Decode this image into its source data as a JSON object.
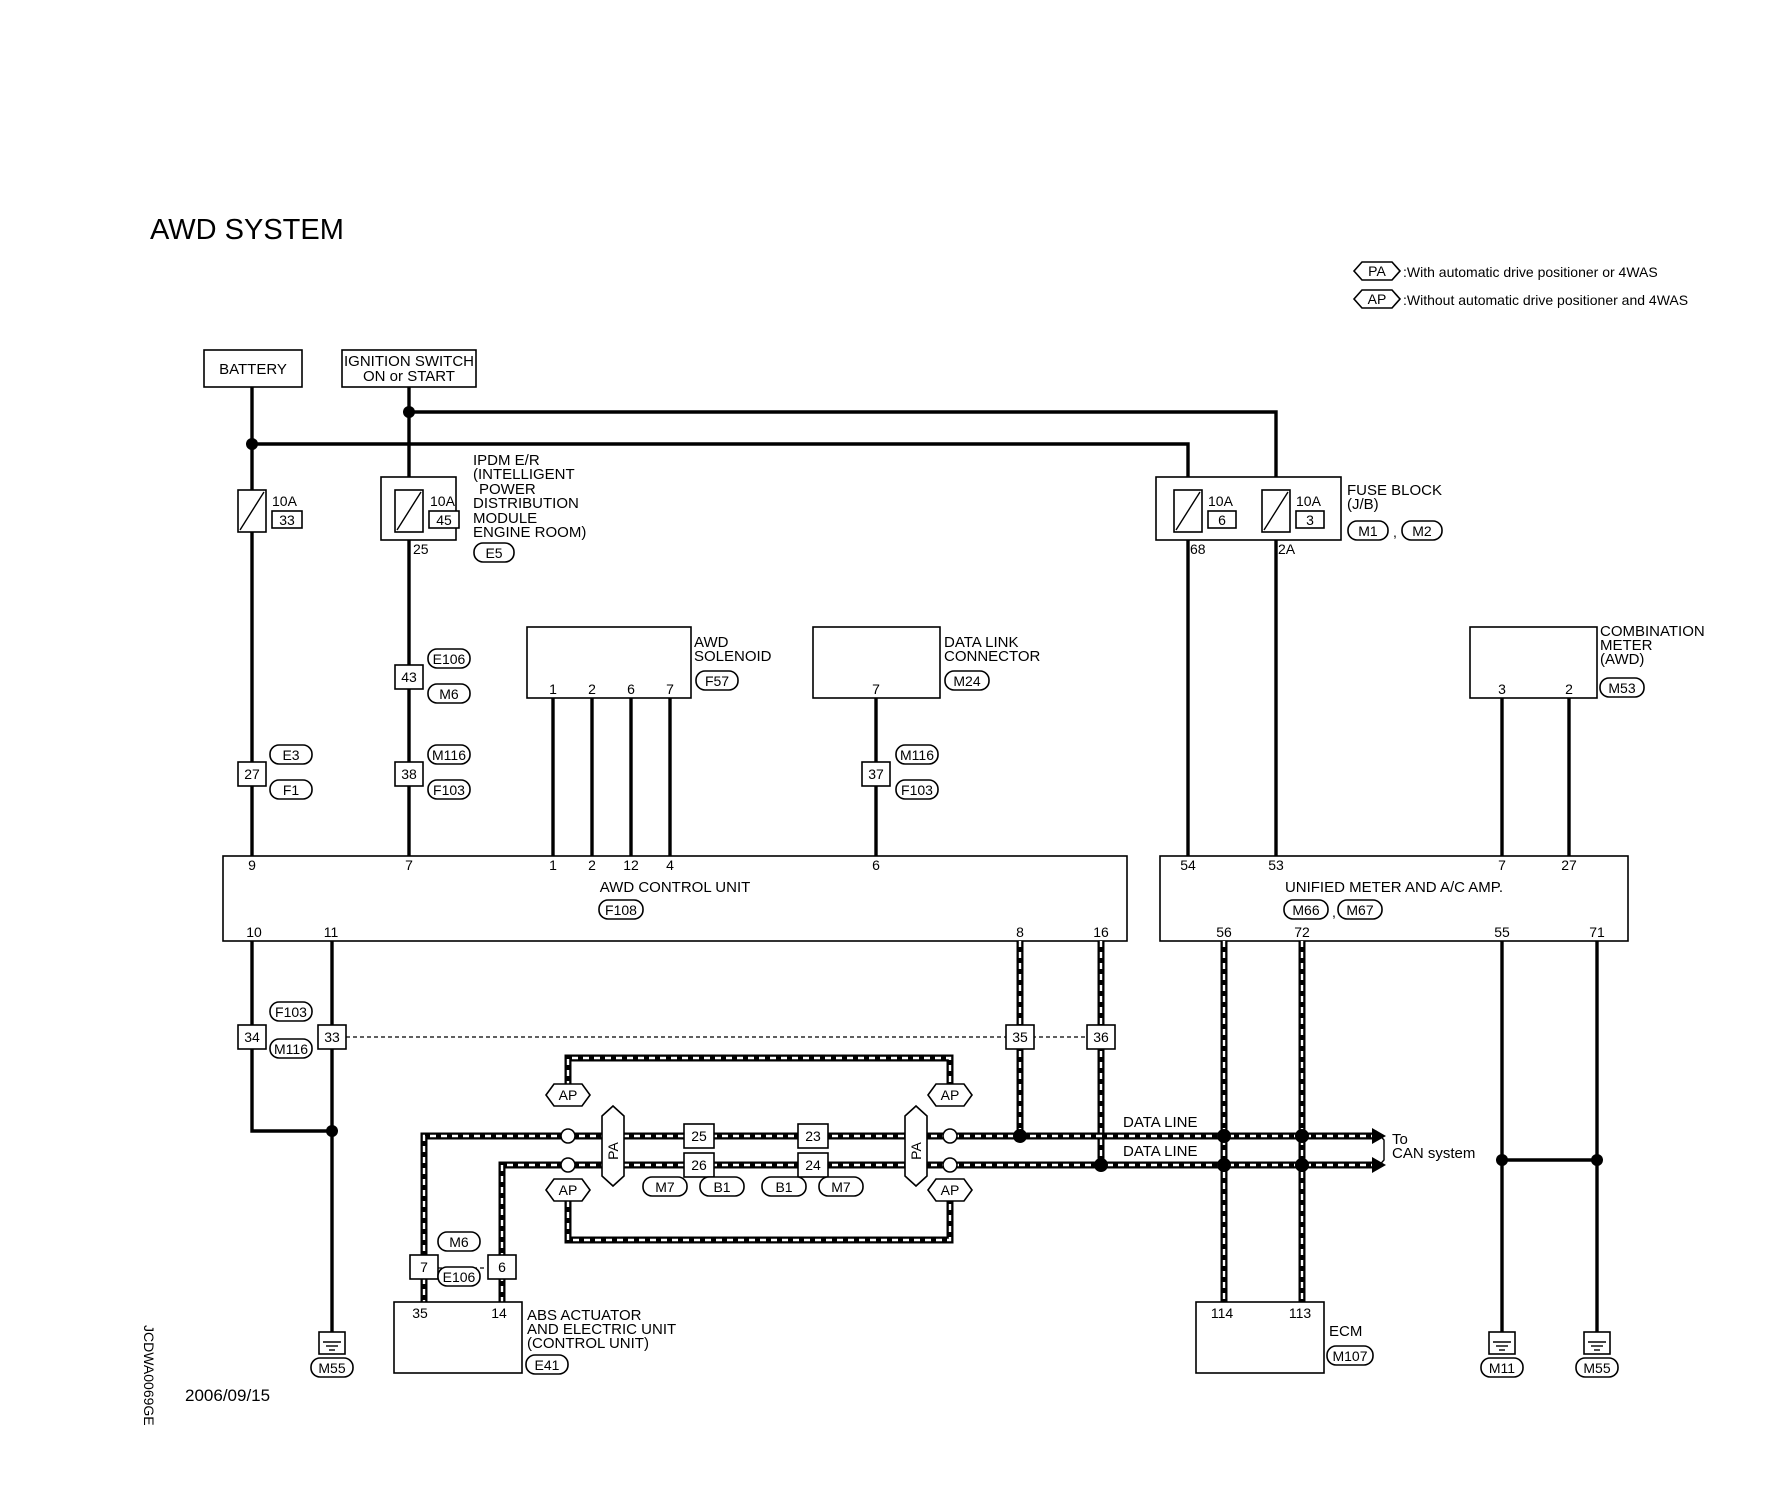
{
  "title": "AWD SYSTEM",
  "legend": [
    {
      "tag": "PA",
      "text": ":With automatic drive positioner or 4WAS"
    },
    {
      "tag": "AP",
      "text": ":Without automatic drive positioner and 4WAS"
    }
  ],
  "sources": {
    "battery": "BATTERY",
    "ignition_l1": "IGNITION SWITCH",
    "ignition_l2": "ON or START"
  },
  "fuses": {
    "battery_fuse": {
      "rating": "10A",
      "num": "33"
    },
    "ipdm_fuse": {
      "rating": "10A",
      "num": "45"
    },
    "fb_fuse_a": {
      "rating": "10A",
      "num": "6"
    },
    "fb_fuse_b": {
      "rating": "10A",
      "num": "3"
    }
  },
  "ipdm": {
    "lines": [
      "IPDM E/R",
      "(INTELLIGENT",
      "POWER",
      "DISTRIBUTION",
      "MODULE",
      "ENGINE ROOM)"
    ],
    "connector": "E5",
    "pin": "25"
  },
  "fuse_block": {
    "lines": [
      "FUSE BLOCK",
      "(J/B)"
    ],
    "connectors": [
      "M1",
      "M2"
    ],
    "pins": [
      "68",
      "2A"
    ]
  },
  "awd_solenoid": {
    "lines": [
      "AWD",
      "SOLENOID"
    ],
    "connector": "F57",
    "pins": [
      "1",
      "2",
      "6",
      "7"
    ]
  },
  "data_link": {
    "lines": [
      "DATA LINK",
      "CONNECTOR"
    ],
    "connector": "M24",
    "pin": "7"
  },
  "combination_meter": {
    "lines": [
      "COMBINATION",
      "METER",
      "(AWD)"
    ],
    "connector": "M53",
    "pins": [
      "3",
      "2"
    ]
  },
  "joint_connectors": {
    "e3": "E3",
    "f1": "F1",
    "e106": "E106",
    "m6": "M6",
    "m116": "M116",
    "f103": "F103"
  },
  "junction_pins": {
    "p27": "27",
    "p43": "43",
    "p38": "38",
    "p37": "37",
    "p34": "34",
    "p33": "33",
    "p35": "35",
    "p36": "36",
    "p7": "7",
    "p6": "6",
    "p25": "25",
    "p26": "26",
    "p23": "23",
    "p24": "24"
  },
  "awd_control_unit": {
    "label": "AWD CONTROL UNIT",
    "connector": "F108",
    "top_pins": [
      "9",
      "7",
      "1",
      "2",
      "12",
      "4",
      "6"
    ],
    "bottom_pins": [
      "10",
      "11",
      "8",
      "16"
    ]
  },
  "unified_meter": {
    "label": "UNIFIED METER AND A/C AMP.",
    "connectors": [
      "M66",
      "M67"
    ],
    "top_pins": [
      "54",
      "53",
      "7",
      "27"
    ],
    "bottom_pins": [
      "56",
      "72",
      "55",
      "71"
    ]
  },
  "can_bus": {
    "data_line_1": "DATA LINE",
    "data_line_2": "DATA LINE",
    "to_1": "To",
    "to_2": "CAN system",
    "pa_tag": "PA",
    "ap_tag": "AP",
    "mid_connectors": [
      "M7",
      "B1",
      "B1",
      "M7"
    ]
  },
  "abs": {
    "lines": [
      "ABS ACTUATOR",
      "AND ELECTRIC UNIT",
      "(CONTROL UNIT)"
    ],
    "connector": "E41",
    "pins": [
      "35",
      "14"
    ]
  },
  "ecm": {
    "label": "ECM",
    "connector": "M107",
    "pins": [
      "114",
      "113"
    ]
  },
  "grounds": {
    "g1": "M55",
    "g2": "M11",
    "g3": "M55"
  },
  "footer": {
    "date": "2006/09/15",
    "code": "JCDWA0069GE"
  }
}
